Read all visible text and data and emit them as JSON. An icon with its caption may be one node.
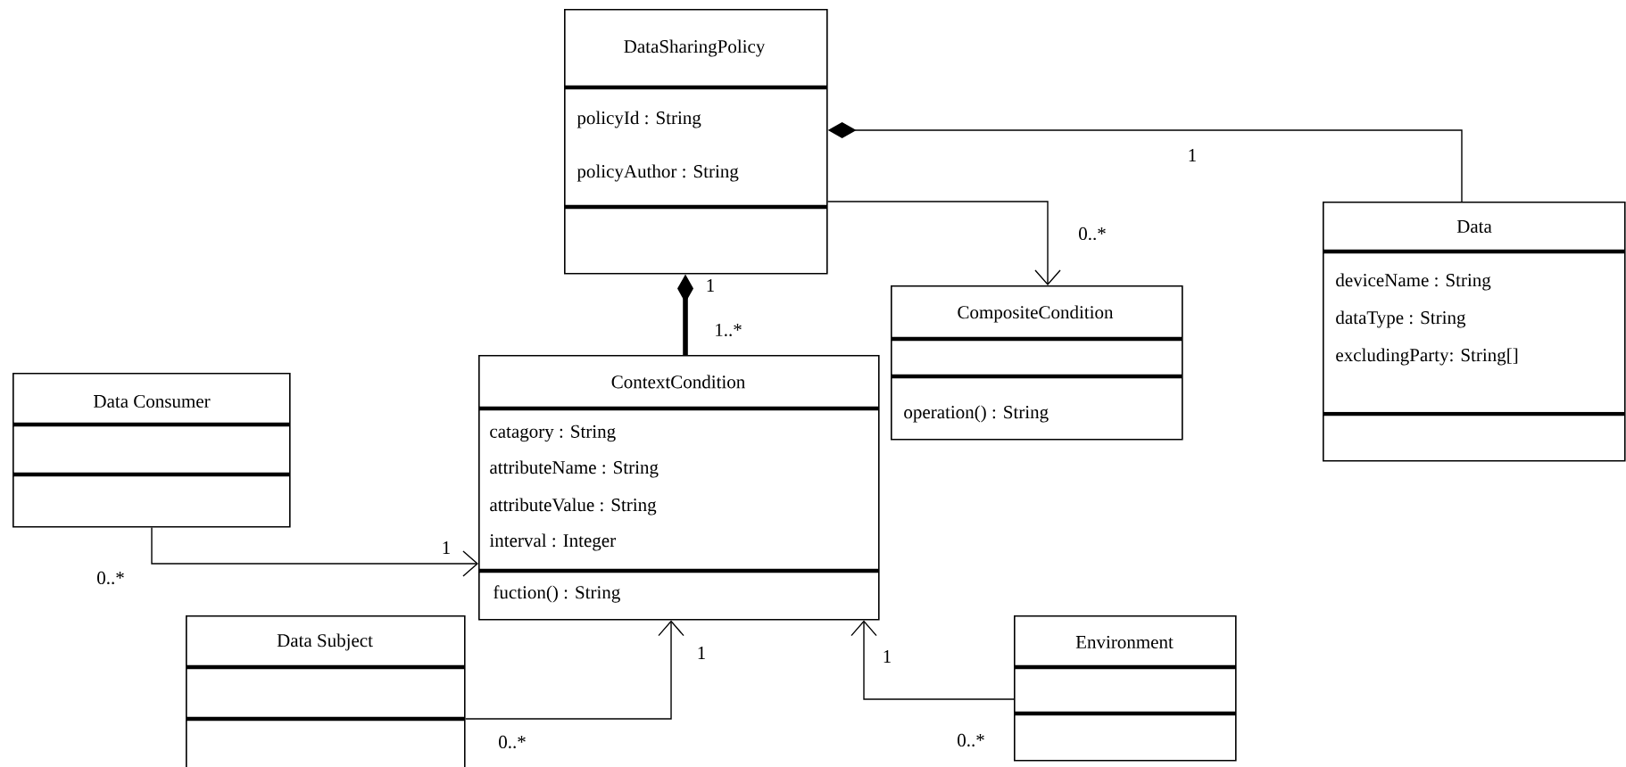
{
  "diagram": {
    "nodes": [
      {
        "text": [
          "DataSharingPolicy",
          "policyId : String",
          "policyAuthor : String"
        ]
      },
      {
        "text": [
          "Data",
          "deviceName : String",
          "dataType : String",
          "excludingParty: String[]"
        ]
      },
      {
        "text": [
          "CompositeCondition",
          "operation() : String"
        ]
      },
      {
        "text": [
          "Data Consumer"
        ]
      },
      {
        "text": [
          "ContextCondition",
          "catagory : String",
          "attributeName : String",
          "attributeValue : String",
          "interval : Integer",
          "fuction() : String"
        ]
      },
      {
        "text": [
          "Data Subject"
        ]
      },
      {
        "text": [
          "Environment"
        ]
      }
    ],
    "edges": [
      {
        "from": 0,
        "to": 1,
        "arrow": "other"
      },
      {
        "from": 0,
        "to": 4,
        "arrow": "other",
        "style": "thick"
      },
      {
        "from": 0,
        "to": 2,
        "arrow": "to"
      },
      {
        "from": 3,
        "to": 4,
        "arrow": "to"
      },
      {
        "from": 5,
        "to": 4,
        "arrow": "to"
      },
      {
        "from": 6,
        "to": 4,
        "arrow": "to"
      }
    ],
    "labels": [
      "1",
      "0..*",
      "1",
      "1..*",
      "1",
      "0..*",
      "1",
      "1",
      "0..*",
      "0..*"
    ]
  }
}
